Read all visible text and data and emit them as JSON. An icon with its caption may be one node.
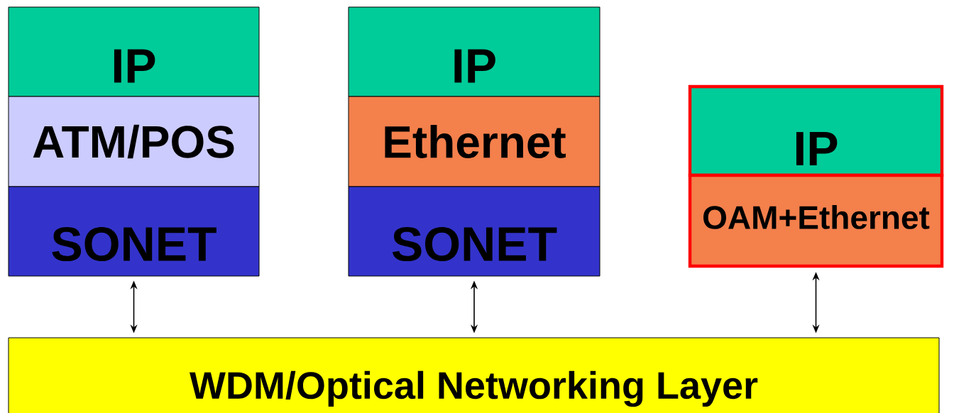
{
  "diagram": {
    "nodes": [
      {
        "text": [
          "IP"
        ]
      },
      {
        "text": [
          "ATM/POS"
        ]
      },
      {
        "text": [
          "SONET"
        ]
      },
      {
        "text": [
          "IP"
        ]
      },
      {
        "text": [
          "Ethernet"
        ]
      },
      {
        "text": [
          "SONET"
        ]
      },
      {
        "text": [
          "IP"
        ]
      },
      {
        "text": [
          "OAM+Ethernet"
        ]
      },
      {
        "text": [
          "WDM/Optical Networking Layer"
        ]
      }
    ],
    "edges": [
      {
        "from": 2,
        "to": 8,
        "arrow": "both"
      },
      {
        "from": 5,
        "to": 8,
        "arrow": "both"
      },
      {
        "from": 7,
        "to": 8,
        "arrow": "both"
      }
    ]
  }
}
